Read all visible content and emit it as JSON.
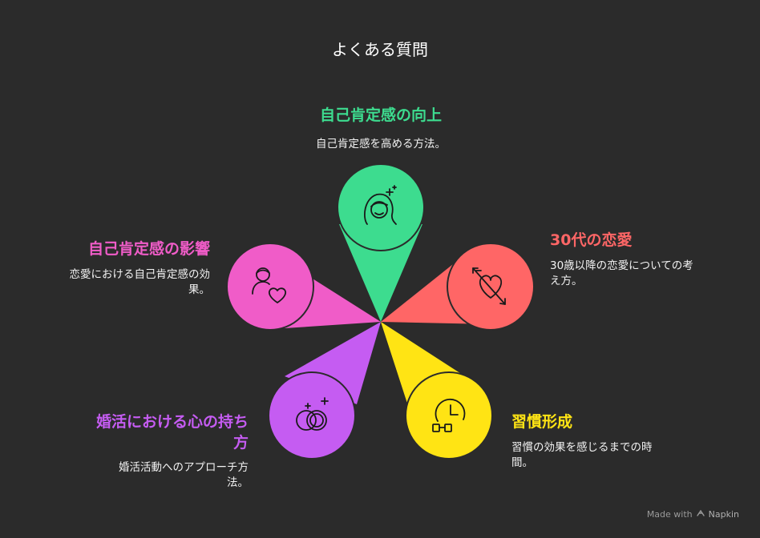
{
  "title": "よくある質問",
  "colors": {
    "background": "#2b2b2b",
    "green": "#3ddc8f",
    "red": "#ff6666",
    "yellow": "#ffe414",
    "purple": "#c55cf2",
    "pink": "#f05cc8",
    "outline": "#2b2b2b"
  },
  "petals": [
    {
      "id": "top",
      "heading": "自己肯定感の向上",
      "description": "自己肯定感を高める方法。",
      "icon": "woman-sparkle-icon",
      "color": "#3ddc8f"
    },
    {
      "id": "right",
      "heading": "30代の恋愛",
      "description_lines": [
        "30歳以降の恋愛についての考",
        "え方。"
      ],
      "icon": "heart-arrow-icon",
      "color": "#ff6666"
    },
    {
      "id": "bottom-right",
      "heading": "習慣形成",
      "description_lines": [
        "習慣の効果を感じるまでの時",
        "間。"
      ],
      "icon": "clock-glasses-icon",
      "color": "#ffe414"
    },
    {
      "id": "bottom-left",
      "heading_lines": [
        "婚活における心の持ち",
        "方"
      ],
      "description_lines": [
        "婚活活動へのアプローチ方",
        "法。"
      ],
      "icon": "rings-sparkle-icon",
      "color": "#c55cf2"
    },
    {
      "id": "left",
      "heading": "自己肯定感の影響",
      "description_lines": [
        "恋愛における自己肯定感の効",
        "果。"
      ],
      "icon": "person-heart-icon",
      "color": "#f05cc8"
    }
  ],
  "footer": {
    "made_with": "Made with",
    "brand": "Napkin"
  }
}
